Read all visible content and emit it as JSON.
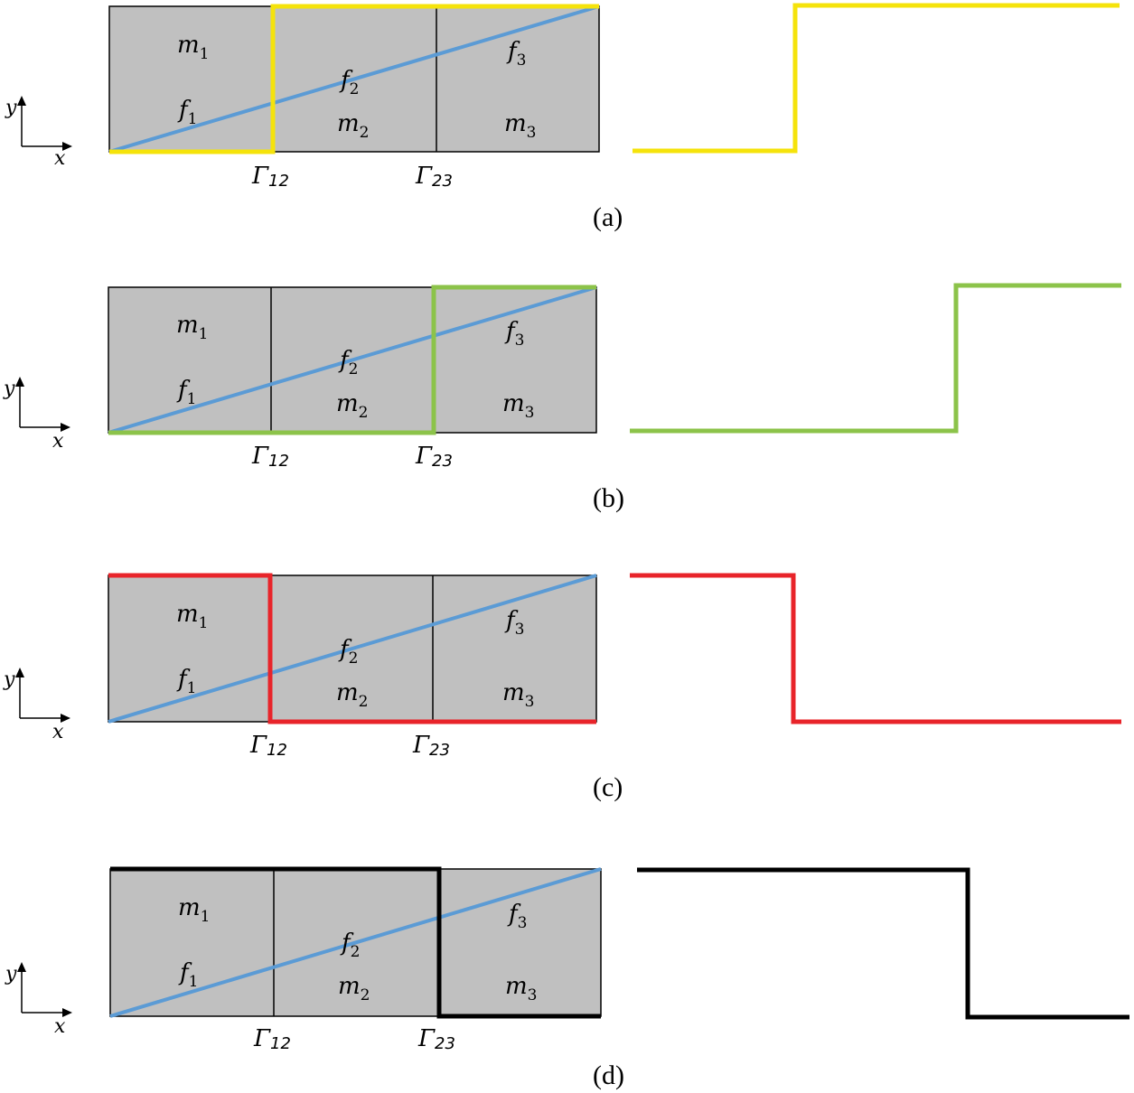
{
  "panels": [
    {
      "caption": "(a)",
      "highlight_color": "#f5e30b",
      "left_boundary": "Γ12",
      "right_boundary": "Γ23",
      "step_profile": "step up at Γ12"
    },
    {
      "caption": "(b)",
      "highlight_color": "#8cc34a",
      "left_boundary": "Γ12",
      "right_boundary": "Γ23",
      "step_profile": "step up at Γ23"
    },
    {
      "caption": "(c)",
      "highlight_color": "#e8242a",
      "left_boundary": "Γ12",
      "right_boundary": "Γ23",
      "step_profile": "step down at Γ12"
    },
    {
      "caption": "(d)",
      "highlight_color": "#000000",
      "left_boundary": "Γ12",
      "right_boundary": "Γ23",
      "step_profile": "step down at Γ23"
    }
  ],
  "labels": {
    "m": "m",
    "f": "f",
    "gamma": "Γ",
    "sub1": "1",
    "sub2": "2",
    "sub3": "3",
    "sub12": "12",
    "sub23": "23",
    "x_axis": "x",
    "y_axis": "y"
  },
  "colors": {
    "domain_fill": "#c0c0c0",
    "fracture_line": "#5b9bd5",
    "outline": "#000000"
  }
}
